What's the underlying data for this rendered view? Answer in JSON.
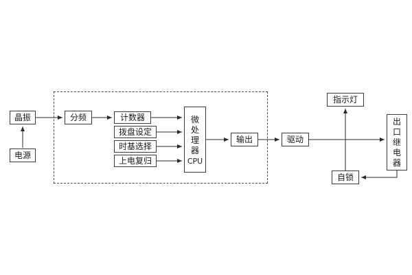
{
  "diagram": {
    "title": "relay-device-block-diagram",
    "nodes": {
      "crystal": "晶振",
      "power": "电源",
      "divider": "分频",
      "counter": "计数器",
      "dial": "拨盘设定",
      "timebase": "时基选择",
      "reset": "上电复归",
      "mpu_cn": "微处理器",
      "mpu_en": "CPU",
      "output": "输出",
      "drive": "驱动",
      "indicator": "指示灯",
      "relay": "出口继电器",
      "selflock": "自锁"
    },
    "edges": [
      {
        "from": "power",
        "to": "crystal"
      },
      {
        "from": "crystal",
        "to": "divider"
      },
      {
        "from": "divider",
        "to": "counter"
      },
      {
        "from": "counter",
        "to": "mpu"
      },
      {
        "from": "dial",
        "to": "mpu"
      },
      {
        "from": "timebase",
        "to": "mpu"
      },
      {
        "from": "reset",
        "to": "mpu"
      },
      {
        "from": "mpu",
        "to": "output"
      },
      {
        "from": "output",
        "to": "drive"
      },
      {
        "from": "drive",
        "to": "relay"
      },
      {
        "from": "selflock",
        "to": "indicator",
        "via": "drive-relay-junction"
      },
      {
        "from": "relay",
        "to": "selflock"
      }
    ],
    "colors": {
      "ink": "#2b2b2b",
      "background": "#ffffff"
    }
  }
}
